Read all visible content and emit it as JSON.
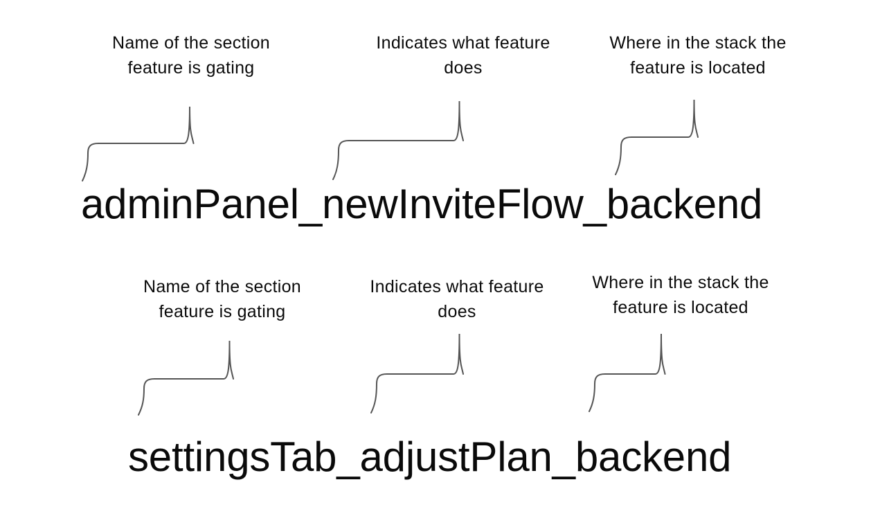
{
  "colors": {
    "background": "#ffffff",
    "text": "#0a0a0a",
    "brace": "#545454"
  },
  "examples": [
    {
      "flag_name": "adminPanel_newInviteFlow_backend",
      "annotations": [
        {
          "label_line1": "Name of the section",
          "label_line2": "feature is gating"
        },
        {
          "label_line1": "Indicates what feature",
          "label_line2": "does"
        },
        {
          "label_line1": "Where in the stack the",
          "label_line2": "feature is located"
        }
      ]
    },
    {
      "flag_name": "settingsTab_adjustPlan_backend",
      "annotations": [
        {
          "label_line1": "Name of the section",
          "label_line2": "feature is gating"
        },
        {
          "label_line1": "Indicates what feature",
          "label_line2": "does"
        },
        {
          "label_line1": "Where in the stack the",
          "label_line2": "feature is located"
        }
      ]
    }
  ]
}
